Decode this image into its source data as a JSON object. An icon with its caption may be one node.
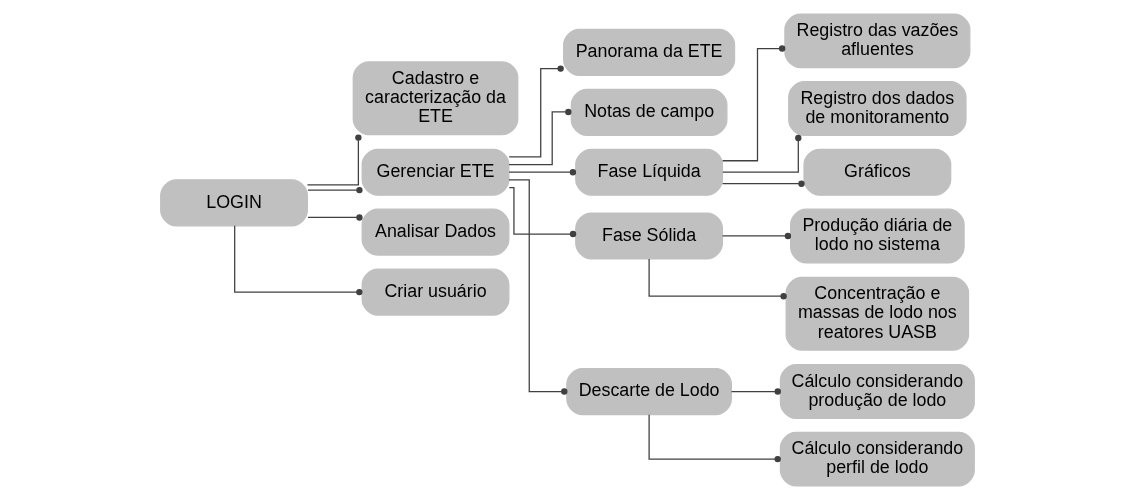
{
  "diagram": {
    "nodes": [
      {
        "text": [
          "LOGIN"
        ]
      },
      {
        "text": [
          "Cadastro e caracterização da ETE"
        ]
      },
      {
        "text": [
          "Gerenciar ETE"
        ]
      },
      {
        "text": [
          "Analisar Dados"
        ]
      },
      {
        "text": [
          "Criar usuário"
        ]
      },
      {
        "text": [
          "Panorama da ETE"
        ]
      },
      {
        "text": [
          "Notas de campo"
        ]
      },
      {
        "text": [
          "Fase Líquida"
        ]
      },
      {
        "text": [
          "Fase Sólida"
        ]
      },
      {
        "text": [
          "Descarte de Lodo"
        ]
      },
      {
        "text": [
          "Registro das vazões afluentes"
        ]
      },
      {
        "text": [
          "Registro dos dados de monitoramento"
        ]
      },
      {
        "text": [
          "Gráficos"
        ]
      },
      {
        "text": [
          "Produção diária de lodo no sistema"
        ]
      },
      {
        "text": [
          "Concentração e massas de lodo nos reatores UASB"
        ]
      },
      {
        "text": [
          "Cálculo considerando produção de lodo"
        ]
      },
      {
        "text": [
          "Cálculo considerando perfil de lodo"
        ]
      }
    ],
    "edges": [
      {
        "from": 0,
        "to": 1,
        "arrow": "other"
      },
      {
        "from": 0,
        "to": 2,
        "arrow": "other"
      },
      {
        "from": 0,
        "to": 3,
        "arrow": "other"
      },
      {
        "from": 0,
        "to": 4,
        "arrow": "other"
      },
      {
        "from": 2,
        "to": 5,
        "arrow": "other"
      },
      {
        "from": 2,
        "to": 6,
        "arrow": "other"
      },
      {
        "from": 2,
        "to": 7,
        "arrow": "other"
      },
      {
        "from": 2,
        "to": 8,
        "arrow": "other"
      },
      {
        "from": 2,
        "to": 9,
        "arrow": "other"
      },
      {
        "from": 7,
        "to": 10,
        "arrow": "other"
      },
      {
        "from": 7,
        "to": 11,
        "arrow": "other"
      },
      {
        "from": 7,
        "to": 12,
        "arrow": "other"
      },
      {
        "from": 8,
        "to": 13,
        "arrow": "other"
      },
      {
        "from": 8,
        "to": 14,
        "arrow": "other"
      },
      {
        "from": 9,
        "to": 15,
        "arrow": "other"
      },
      {
        "from": 9,
        "to": 16,
        "arrow": "other"
      }
    ]
  }
}
